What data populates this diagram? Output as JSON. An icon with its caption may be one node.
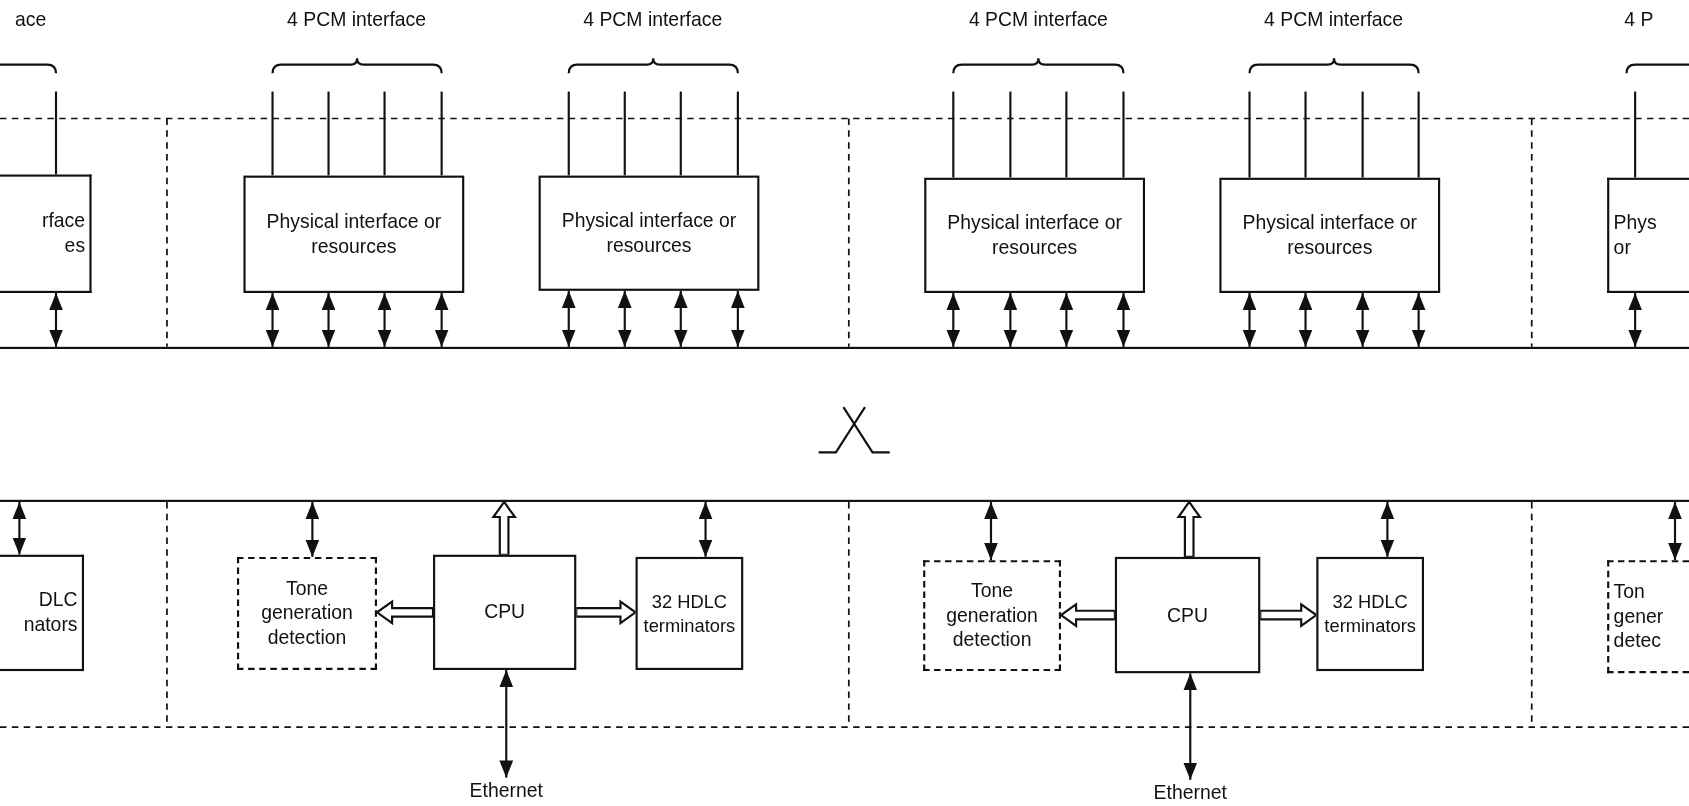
{
  "diagram": {
    "nodes": [
      {
        "text": [],
        "shape": "bar"
      },
      {
        "text": [
          "rface es"
        ]
      },
      {
        "text": [
          "Physical interface or resources"
        ]
      },
      {
        "text": [
          "Physical interface or resources"
        ]
      },
      {
        "text": [
          "Physical interface or resources"
        ]
      },
      {
        "text": [
          "Physical interface or resources"
        ]
      },
      {
        "text": [
          "Phys or"
        ]
      },
      {
        "text": [],
        "shape": "bar"
      },
      {
        "text": [
          "DLC nators"
        ]
      },
      {
        "text": [
          "Tone generation detection"
        ]
      },
      {
        "text": [
          "CPU"
        ]
      },
      {
        "text": [
          "32 HDLC terminators"
        ]
      },
      {
        "text": [
          "Ethernet"
        ]
      },
      {
        "text": [
          "Tone generation detection"
        ]
      },
      {
        "text": [
          "CPU"
        ]
      },
      {
        "text": [
          "32 HDLC terminators"
        ]
      },
      {
        "text": [
          "Ethernet"
        ]
      },
      {
        "text": [
          "Ton gener detec"
        ]
      }
    ],
    "edges": [
      {
        "from": null,
        "to": 1,
        "arrow": "none"
      },
      {
        "from": null,
        "to": 2,
        "arrow": "none"
      },
      {
        "from": null,
        "to": 2,
        "arrow": "none"
      },
      {
        "from": null,
        "to": 2,
        "arrow": "none"
      },
      {
        "from": null,
        "to": 2,
        "arrow": "none"
      },
      {
        "from": null,
        "to": 3,
        "arrow": "none"
      },
      {
        "from": null,
        "to": 3,
        "arrow": "none"
      },
      {
        "from": null,
        "to": 3,
        "arrow": "none"
      },
      {
        "from": null,
        "to": 3,
        "arrow": "none"
      },
      {
        "from": null,
        "to": 4,
        "arrow": "none"
      },
      {
        "from": null,
        "to": 4,
        "arrow": "none"
      },
      {
        "from": null,
        "to": 4,
        "arrow": "none"
      },
      {
        "from": null,
        "to": 4,
        "arrow": "none"
      },
      {
        "from": null,
        "to": 5,
        "arrow": "none"
      },
      {
        "from": null,
        "to": 5,
        "arrow": "none"
      },
      {
        "from": null,
        "to": 5,
        "arrow": "none"
      },
      {
        "from": null,
        "to": 5,
        "arrow": "none"
      },
      {
        "from": null,
        "to": 6,
        "arrow": "none"
      },
      {
        "from": 1,
        "to": 0,
        "arrow": "both"
      },
      {
        "from": 2,
        "to": 0,
        "arrow": "both"
      },
      {
        "from": 2,
        "to": 0,
        "arrow": "both"
      },
      {
        "from": 2,
        "to": 0,
        "arrow": "both"
      },
      {
        "from": 2,
        "to": 0,
        "arrow": "both"
      },
      {
        "from": 3,
        "to": 0,
        "arrow": "both"
      },
      {
        "from": 3,
        "to": 0,
        "arrow": "both"
      },
      {
        "from": 3,
        "to": 0,
        "arrow": "both"
      },
      {
        "from": 3,
        "to": 0,
        "arrow": "both"
      },
      {
        "from": 4,
        "to": 0,
        "arrow": "both"
      },
      {
        "from": 4,
        "to": 0,
        "arrow": "both"
      },
      {
        "from": 4,
        "to": 0,
        "arrow": "both"
      },
      {
        "from": 4,
        "to": 0,
        "arrow": "both"
      },
      {
        "from": 5,
        "to": 0,
        "arrow": "both"
      },
      {
        "from": 5,
        "to": 0,
        "arrow": "both"
      },
      {
        "from": 5,
        "to": 0,
        "arrow": "both"
      },
      {
        "from": 5,
        "to": 0,
        "arrow": "both"
      },
      {
        "from": 6,
        "to": 0,
        "arrow": "both"
      },
      {
        "from": 7,
        "to": 8,
        "arrow": "both"
      },
      {
        "from": 7,
        "to": 9,
        "arrow": "both"
      },
      {
        "from": 10,
        "to": 7,
        "arrow": "to",
        "style": "thick"
      },
      {
        "from": 7,
        "to": 11,
        "arrow": "both"
      },
      {
        "from": 10,
        "to": 9,
        "arrow": "to",
        "style": "thick"
      },
      {
        "from": 10,
        "to": 11,
        "arrow": "to",
        "style": "thick"
      },
      {
        "from": 10,
        "to": 12,
        "arrow": "both"
      },
      {
        "from": 7,
        "to": 13,
        "arrow": "both"
      },
      {
        "from": 14,
        "to": 7,
        "arrow": "to",
        "style": "thick"
      },
      {
        "from": 7,
        "to": 15,
        "arrow": "both"
      },
      {
        "from": 14,
        "to": 13,
        "arrow": "to",
        "style": "thick"
      },
      {
        "from": 14,
        "to": 15,
        "arrow": "to",
        "style": "thick"
      },
      {
        "from": 14,
        "to": 16,
        "arrow": "both"
      },
      {
        "from": 7,
        "to": 17,
        "arrow": "both"
      }
    ],
    "labels": [
      "ace",
      "4 PCM interface",
      "4 PCM interface",
      "4 PCM interface",
      "4 PCM interface",
      "4 P"
    ]
  }
}
